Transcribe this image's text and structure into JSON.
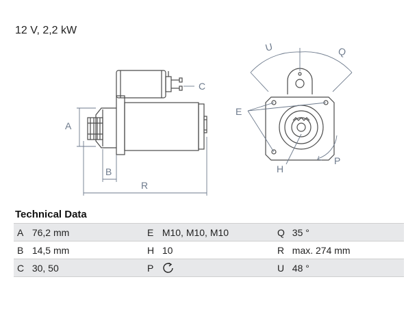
{
  "header": {
    "subtitle": "12 V, 2,2 kW"
  },
  "drawing": {
    "labels": {
      "A": "A",
      "B": "B",
      "C": "C",
      "R": "R",
      "U": "U",
      "Q": "Q",
      "E": "E",
      "H": "H",
      "P": "P"
    },
    "stroke_color": "#4a4a4a",
    "dim_color": "#6d7a8c"
  },
  "technical_data": {
    "title": "Technical Data",
    "rows": [
      [
        {
          "key": "A",
          "value": "76,2 mm"
        },
        {
          "key": "E",
          "value": "M10, M10, M10"
        },
        {
          "key": "Q",
          "value": "35 °"
        }
      ],
      [
        {
          "key": "B",
          "value": "14,5 mm"
        },
        {
          "key": "H",
          "value": "10"
        },
        {
          "key": "R",
          "value": "max. 274 mm"
        }
      ],
      [
        {
          "key": "C",
          "value": "30, 50"
        },
        {
          "key": "P",
          "value": "",
          "icon": "rotation-counterclockwise-icon"
        },
        {
          "key": "U",
          "value": "48 °"
        }
      ]
    ]
  }
}
